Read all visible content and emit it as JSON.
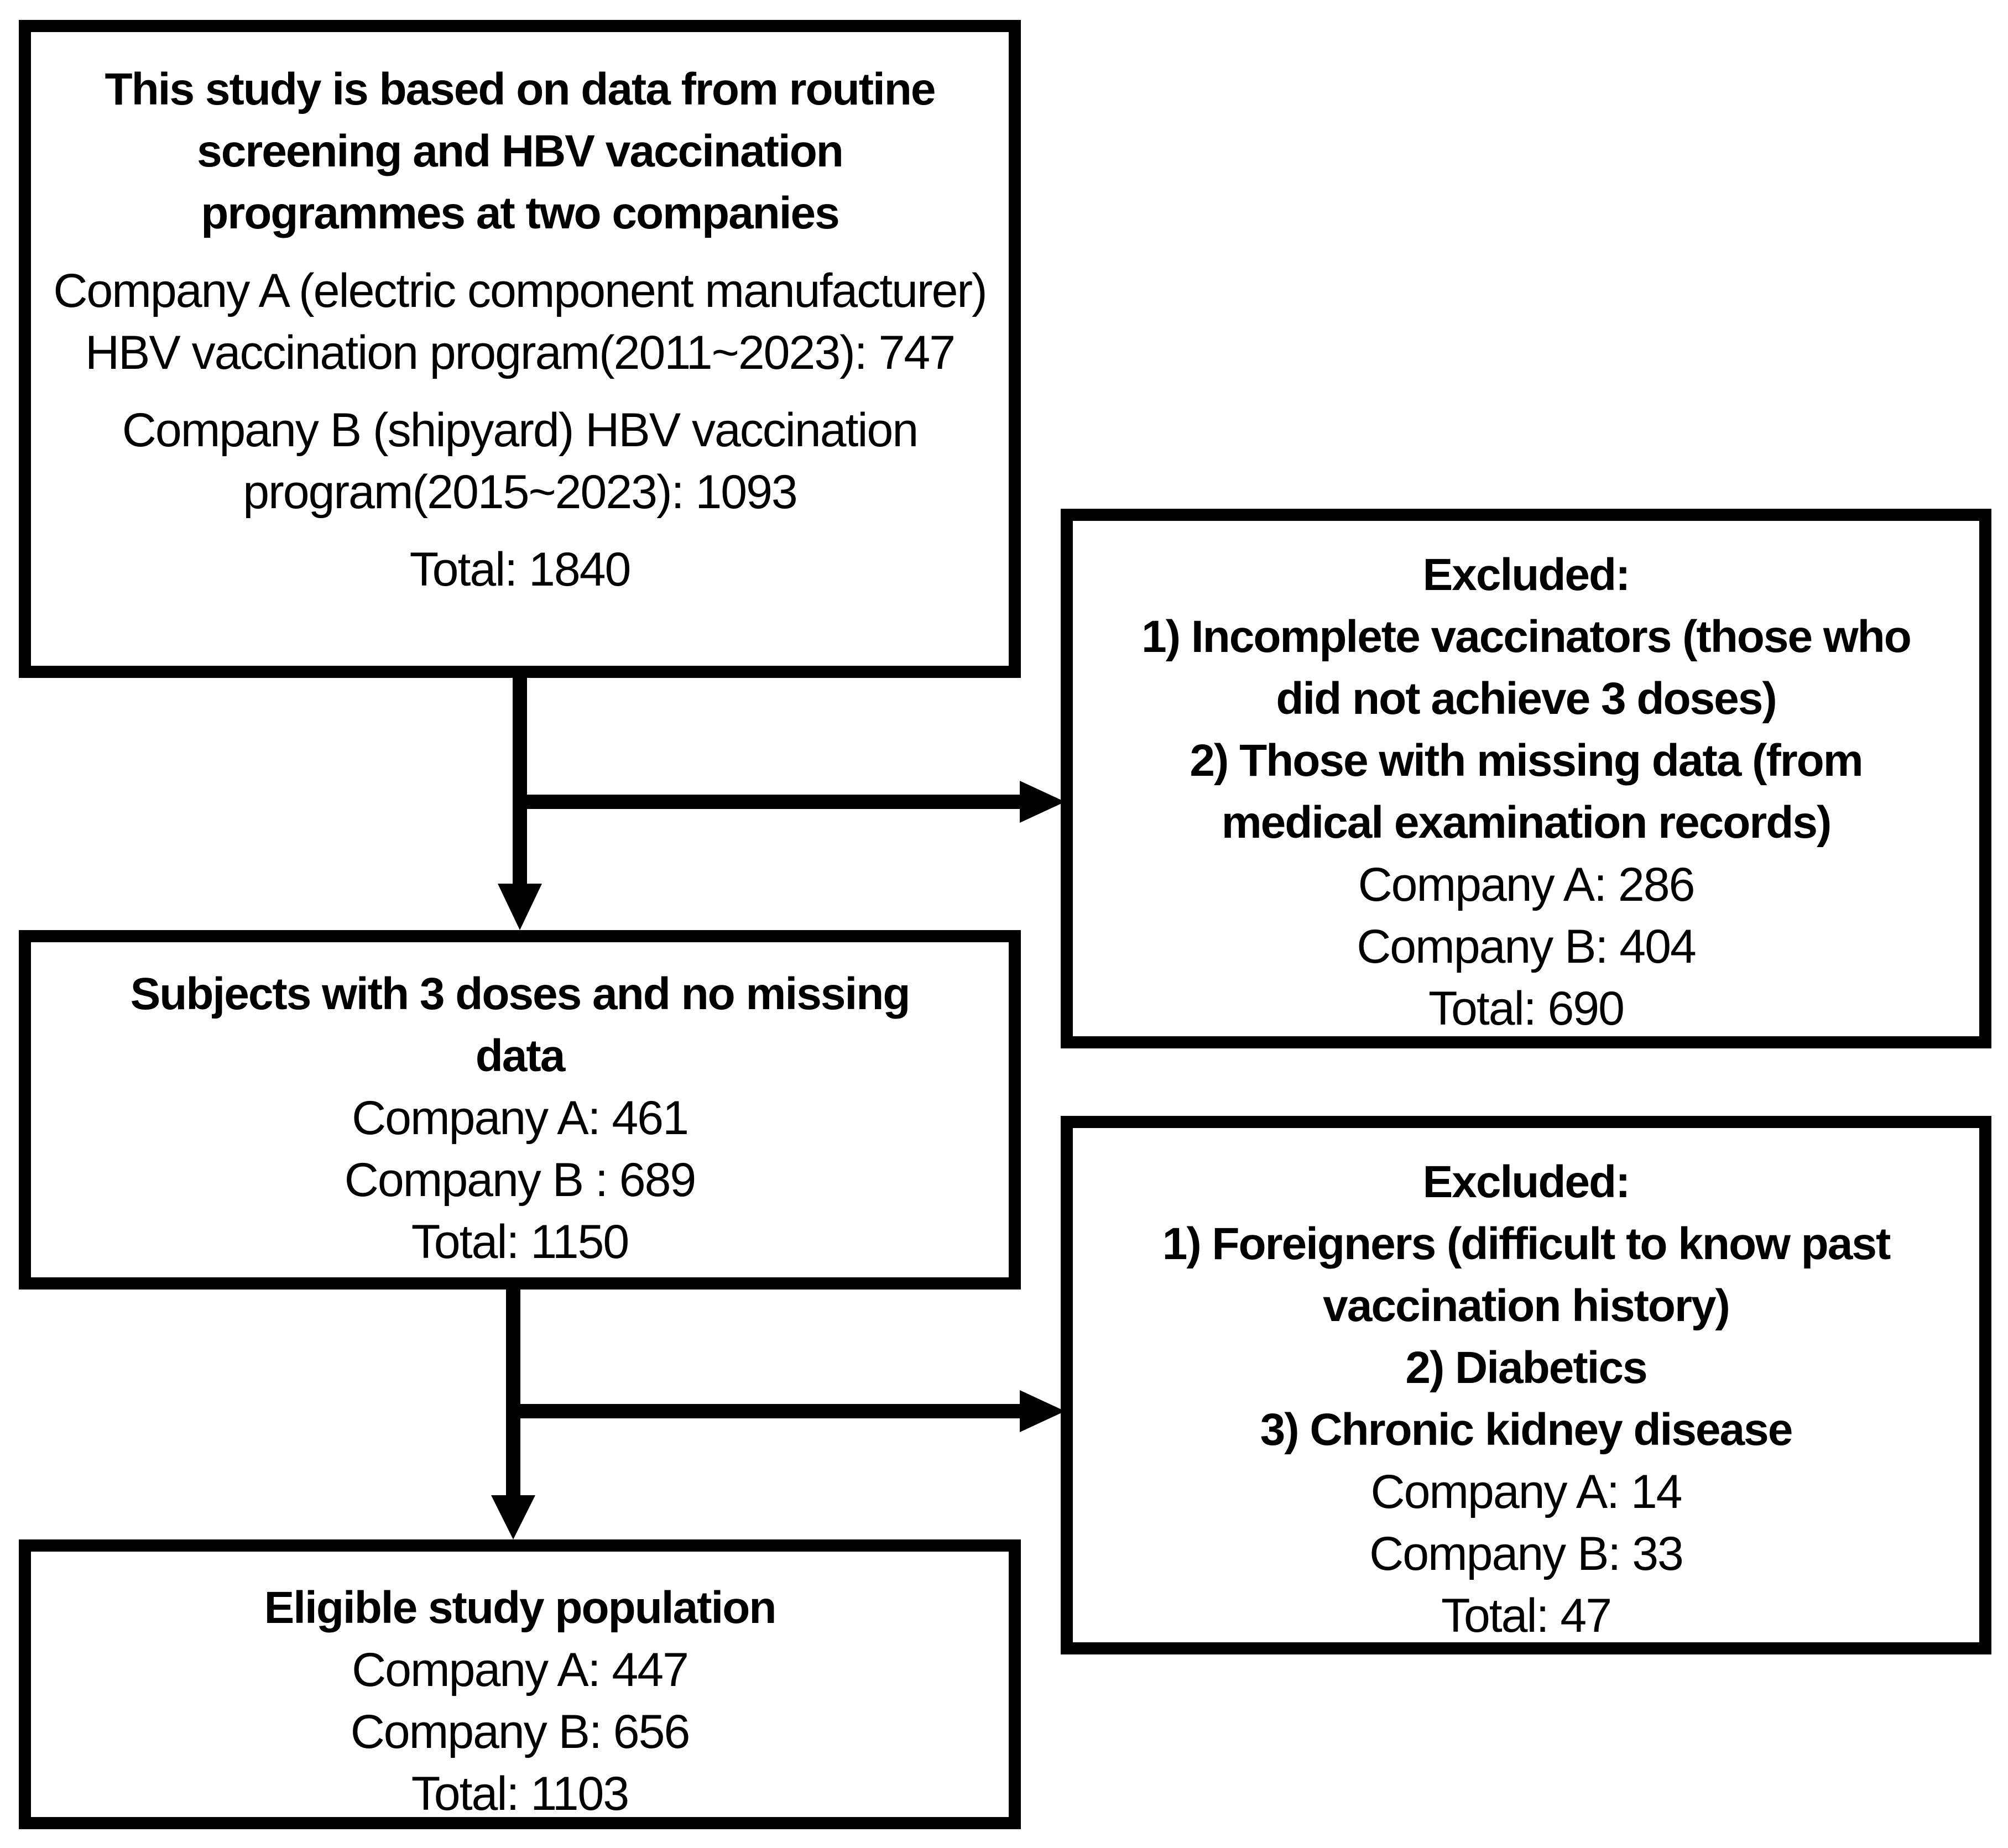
{
  "box_top": {
    "heading_lines": [
      "This study is based on data from routine",
      "screening and HBV vaccination",
      "programmes at two companies"
    ],
    "company_a_lines": [
      "Company A (electric component manufacturer)",
      "HBV vaccination program(2011~2023): 747"
    ],
    "company_b_lines": [
      "Company  B (shipyard) HBV vaccination",
      "program(2015~2023): 1093"
    ],
    "total": "Total: 1840"
  },
  "box_excluded_1": {
    "heading": "Excluded:",
    "criteria_lines": [
      "1) Incomplete vaccinators (those who",
      "did not achieve 3 doses)",
      "2) Those with missing data (from",
      "medical examination records)"
    ],
    "company_a": "Company A: 286",
    "company_b": "Company  B: 404",
    "total": "Total: 690"
  },
  "box_middle": {
    "heading_lines": [
      "Subjects with 3 doses and no missing",
      "data"
    ],
    "company_a": "Company A: 461",
    "company_b": "Company B : 689",
    "total": "Total: 1150"
  },
  "box_excluded_2": {
    "heading": "Excluded:",
    "criteria_lines": [
      "1) Foreigners (difficult to know past",
      "vaccination history)",
      "2) Diabetics",
      "3) Chronic kidney disease"
    ],
    "company_a": "Company A: 14",
    "company_b": "Company  B: 33",
    "total": "Total: 47"
  },
  "box_bottom": {
    "heading": "Eligible study population",
    "company_a": "Company A: 447",
    "company_b": "Company  B: 656",
    "total": "Total: 1103"
  },
  "colors": {
    "stroke": "#000000",
    "background": "#ffffff"
  }
}
